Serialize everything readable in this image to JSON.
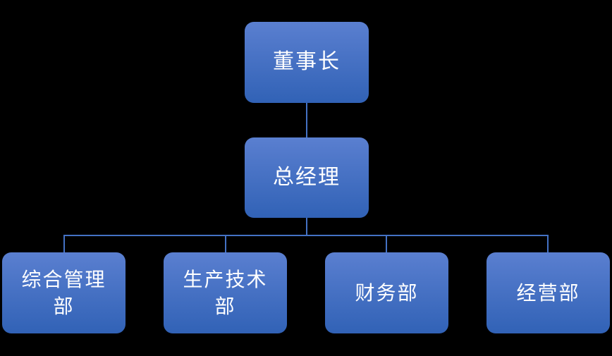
{
  "background": "#000000",
  "colors": {
    "node_gradient_top": "#5A7FD0",
    "node_gradient_bottom": "#3162B6",
    "connector": "#4472C4",
    "text": "#FFFFFF"
  },
  "org_chart": {
    "root": {
      "label": "董事长"
    },
    "manager": {
      "label": "总经理"
    },
    "departments": [
      {
        "line1": "综合管理",
        "line2": "部"
      },
      {
        "line1": "生产技术",
        "line2": "部"
      },
      {
        "line1": "财务部",
        "line2": ""
      },
      {
        "line1": "经营部",
        "line2": ""
      }
    ]
  }
}
